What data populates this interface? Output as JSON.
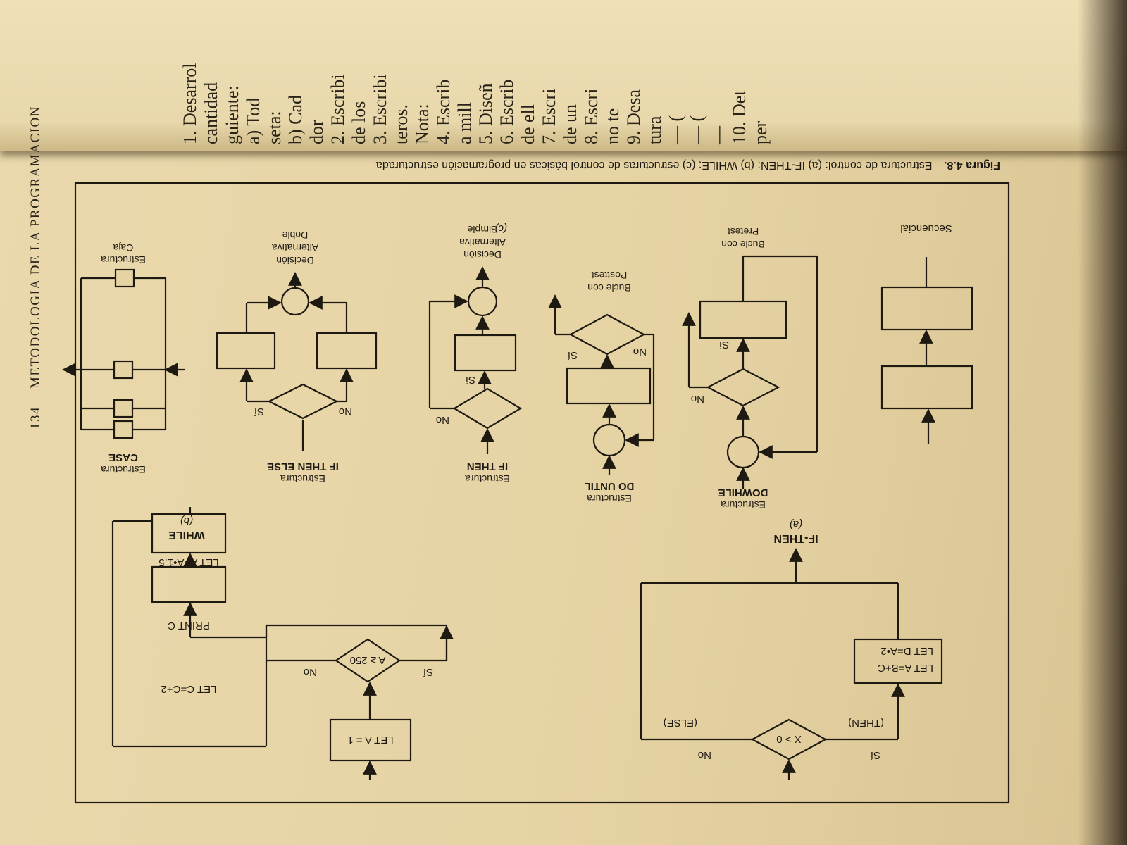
{
  "running_head": {
    "page_number": "134",
    "title": "METODOLOGIA DE LA PROGRAMACION"
  },
  "figure": {
    "caption_label": "Figura 4.8.",
    "caption_text": "Estructura de control: (a) IF-THEN; (b) WHILE; (c) estructuras de control básicas en programación estructurada",
    "panel_a": {
      "condition": "X > 0",
      "then_label": "(THEN)",
      "else_label": "(ELSE)",
      "yes": "Sí",
      "no": "No",
      "statement_1": "LET A=B+C",
      "statement_2": "LET D=A•2",
      "title": "IF-THEN",
      "letter": "(a)"
    },
    "panel_b": {
      "init": "LET A = 1",
      "condition": "A ≥ 250",
      "yes": "Sí",
      "no": "No",
      "statement_1": "LET C=C+2",
      "statement_2": "PRINT C",
      "statement_3": "LET A=A•1.5",
      "title": "WHILE",
      "letter": "(b)"
    },
    "panel_c": {
      "letter": "(c)",
      "sequential": {
        "caption": "Secuencial"
      },
      "dowhile": {
        "name_line1": "Estructura",
        "name_line2": "DOWHILE",
        "yes": "Sí",
        "no": "No",
        "caption_line1": "Bucle con",
        "caption_line2": "Pretest"
      },
      "dountil": {
        "name_line1": "Estructura",
        "name_line2": "DO UNTIL",
        "yes": "Sí",
        "no": "No",
        "caption_line1": "Bucle con",
        "caption_line2": "Posttest"
      },
      "ifthen": {
        "name_line1": "Estructura",
        "name_line2": "IF THEN",
        "yes": "Sí",
        "no": "No",
        "caption_line1": "Decisión",
        "caption_line2": "Alternativa",
        "caption_line3": "Simple"
      },
      "ifthenelse": {
        "name_line1": "Estructura",
        "name_line2": "IF THEN ELSE",
        "yes": "Sí",
        "no": "No",
        "caption_line1": "Decisión",
        "caption_line2": "Alternativa",
        "caption_line3": "Doble"
      },
      "case": {
        "name_line1": "Estructura",
        "name_line2": "CASE",
        "caption_line1": "Estructura",
        "caption_line2": "Caja"
      }
    }
  },
  "facing_page": {
    "lines": [
      "1. Desarrol",
      "   cantidad",
      "   guiente:",
      "   a) Tod",
      "      seta:",
      "   b) Cad",
      "      dor",
      "2. Escribi",
      "   de los",
      "3. Escribi",
      "   teros.",
      "   Nota:",
      "4. Escrib",
      "   a mill",
      "5. Diseñ",
      "6. Escrib",
      "   de ell",
      "7. Escri",
      "   de un",
      "8. Escri",
      "   no te",
      "9. Desa",
      "   tura",
      "   — (",
      "   — (",
      "   — ",
      "10. Det",
      "    per"
    ]
  }
}
